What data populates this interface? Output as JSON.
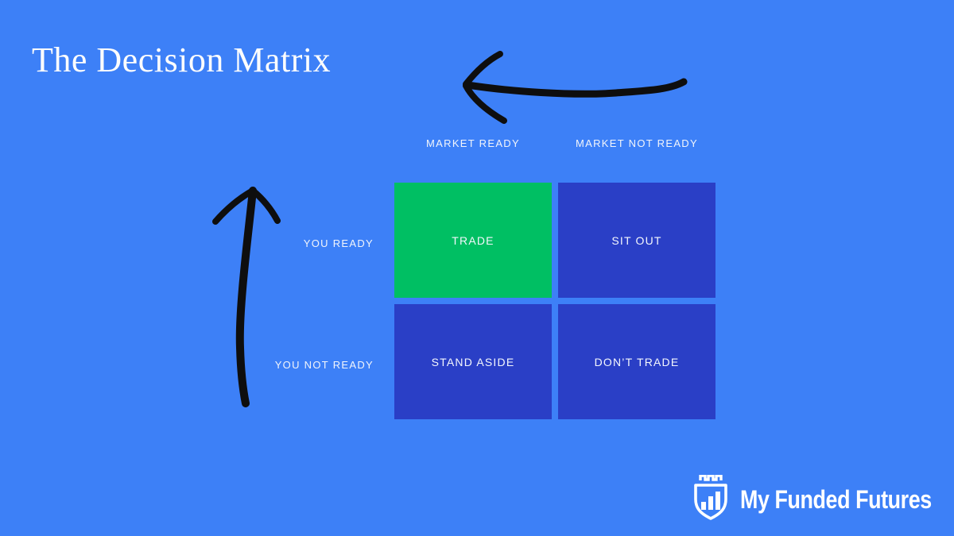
{
  "page": {
    "background_color": "#3d80f7",
    "text_color": "#ffffff",
    "arrow_color": "#0e0e0e"
  },
  "title": "The Decision Matrix",
  "matrix": {
    "col_headers": [
      "MARKET READY",
      "MARKET NOT READY"
    ],
    "row_headers": [
      "YOU READY",
      "YOU NOT READY"
    ],
    "cells": [
      {
        "row": "YOU READY",
        "col": "MARKET READY",
        "label": "TRADE",
        "color": "#00bf63"
      },
      {
        "row": "YOU READY",
        "col": "MARKET NOT READY",
        "label": "SIT OUT",
        "color": "#2a3fc6"
      },
      {
        "row": "YOU NOT READY",
        "col": "MARKET READY",
        "label": "STAND ASIDE",
        "color": "#2a3fc6"
      },
      {
        "row": "YOU NOT READY",
        "col": "MARKET NOT READY",
        "label": "DON’T TRADE",
        "color": "#2a3fc6"
      }
    ]
  },
  "icons": {
    "arrow_left": "hand-drawn-arrow-pointing-left",
    "arrow_up": "hand-drawn-arrow-pointing-up",
    "logo_icon": "shield-with-crown-and-bar-chart"
  },
  "logo": {
    "text": "My Funded Futures"
  }
}
